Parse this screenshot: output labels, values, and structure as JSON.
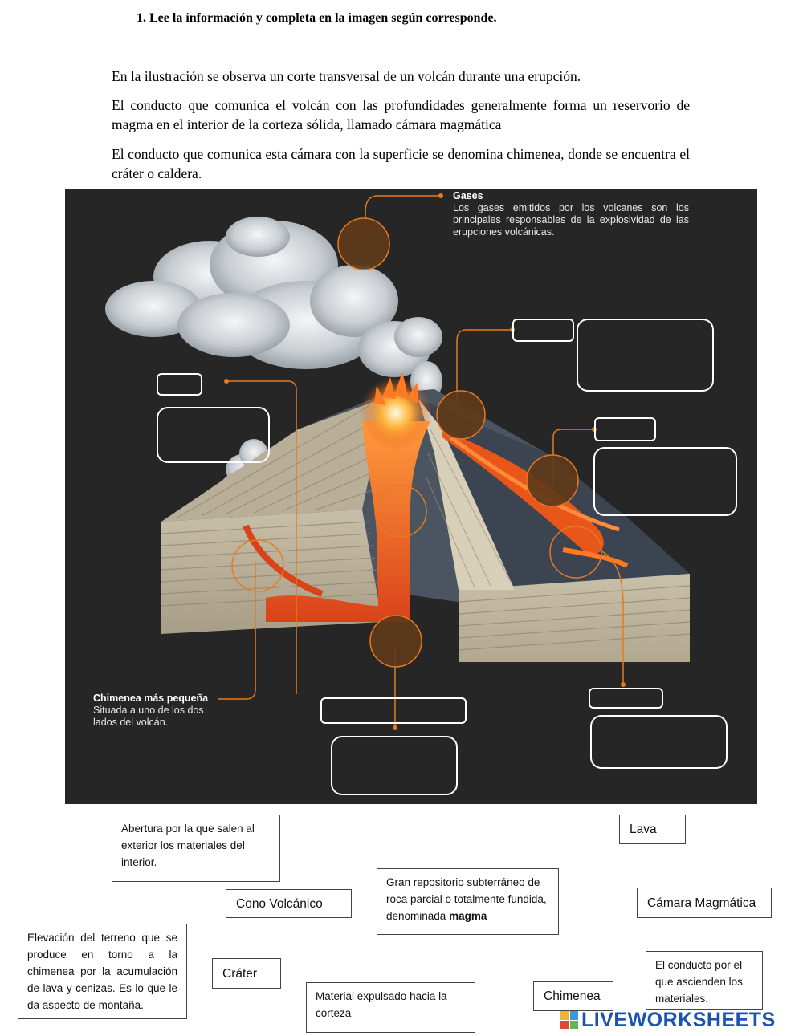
{
  "instruction": "1.   Lee la información y completa en la imagen según corresponde.",
  "paragraphs": [
    "En la ilustración se observa un corte transversal de un volcán durante una erupción.",
    "El conducto que comunica el volcán con las profundidades generalmente forma un reservorio de magma en el interior de la corteza sólida, llamado cámara magmática",
    "El conducto que comunica esta cámara con la superficie se denomina chimenea, donde se encuentra el cráter o caldera."
  ],
  "figure": {
    "gases_title": "Gases",
    "gases_desc": "Los gases emitidos por los volcanes son los principales responsables de la explosividad de las erupciones volcánicas.",
    "small_chimney_title": "Chimenea más pequeña",
    "small_chimney_desc": "Situada a uno de los dos lados del volcán.",
    "colors": {
      "background": "#262626",
      "accent": "#e87a1e",
      "lava": "#e8561a",
      "blank_border": "#ffffff"
    }
  },
  "cards": {
    "abertura": "Abertura por la que salen al exterior los materiales del interior.",
    "lava": "Lava",
    "gran_repositorio_1": "Gran repositorio subterráneo de roca parcial o totalmente fundida, denominada ",
    "gran_repositorio_bold": "magma",
    "cono": "Cono Volcánico",
    "camara": "Cámara Magmática",
    "elevacion": "Elevación del terreno que se produce en torno a la chimenea por la acumulación de lava y cenizas. Es lo que le da aspecto de montaña.",
    "crater": "Cráter",
    "material": "Material expulsado hacia la corteza",
    "chimenea": "Chimenea",
    "conducto": "El conducto por el que ascienden los materiales."
  },
  "brand": {
    "text": "LIVEWORKSHEETS",
    "icon": "liveworksheets-cube-icon",
    "color": "#1a53b0"
  }
}
